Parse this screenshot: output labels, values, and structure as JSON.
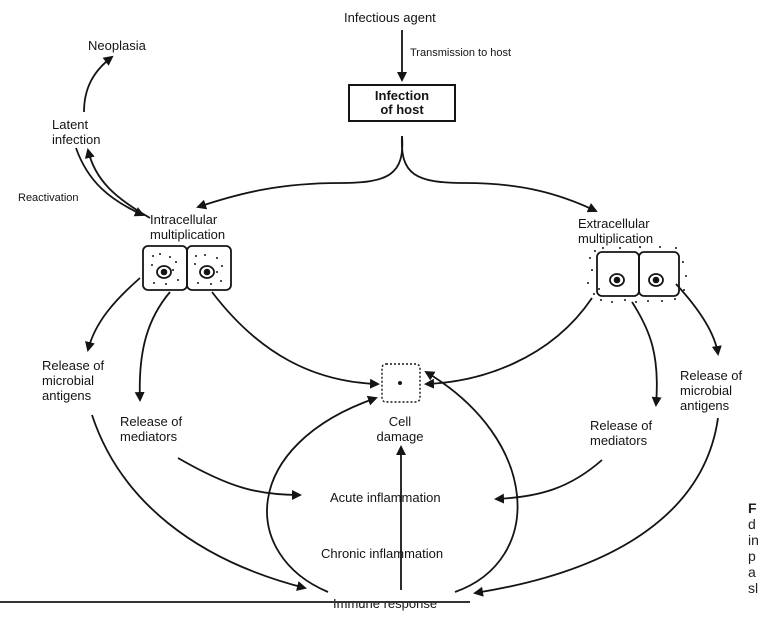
{
  "diagram": {
    "top_node": "Infectious agent",
    "transmission_label": "Transmission to host",
    "center_box": "Infection\nof host",
    "neoplasia": "Neoplasia",
    "latent": "Latent\ninfection",
    "reactivation": "Reactivation",
    "intracellular": "Intracellular\nmultiplication",
    "extracellular": "Extracellular\nmultiplication",
    "left_antigens": "Release of\nmicrobial\nantigens",
    "left_mediators": "Release of\nmediators",
    "cell_damage": "Cell\ndamage",
    "right_mediators": "Release of\nmediators",
    "right_antigens": "Release of\nmicrobial\nantigens",
    "acute": "Acute inflammation",
    "chronic": "Chronic inflammation",
    "immune": "Immune response"
  },
  "caption_fragment": [
    "F",
    "d",
    "in",
    "p",
    "a",
    "sl"
  ]
}
